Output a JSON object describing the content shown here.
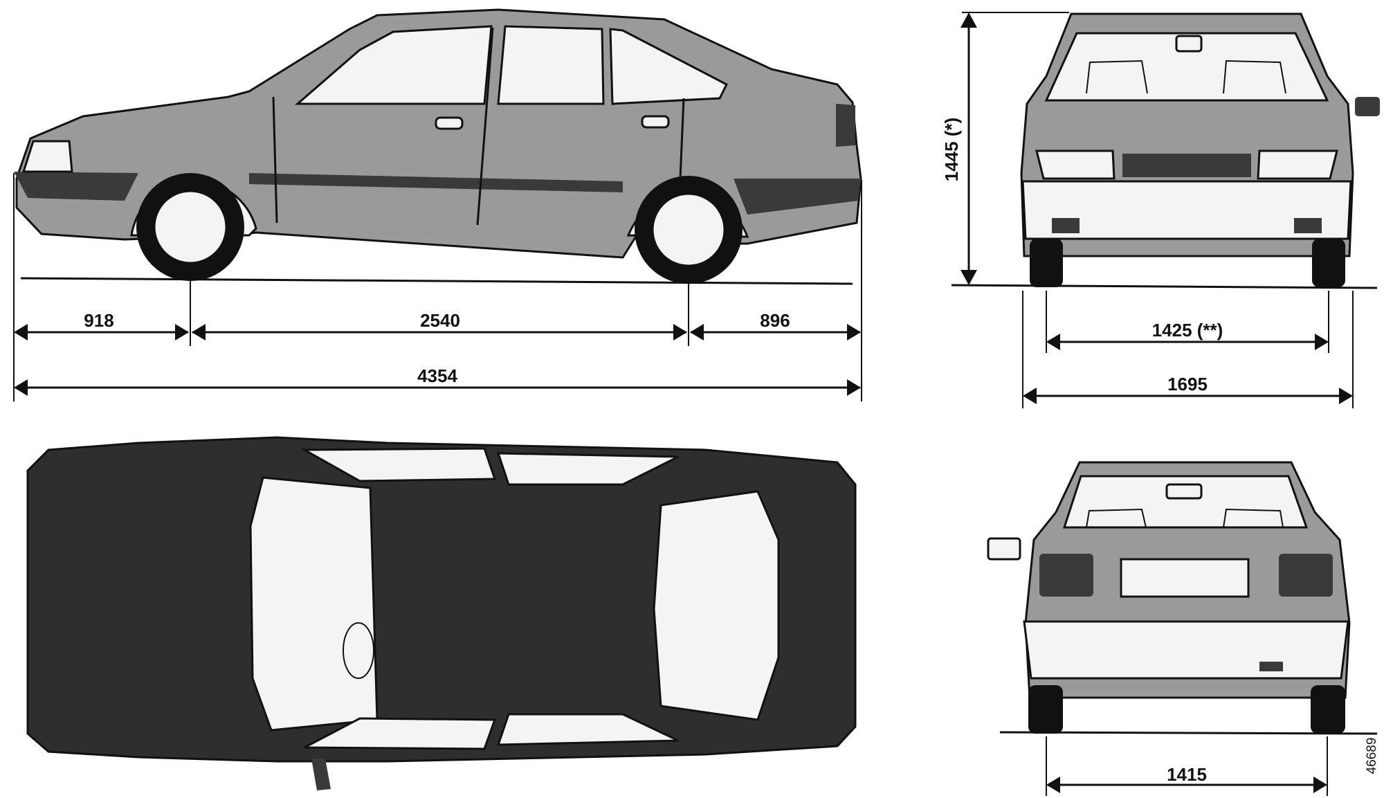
{
  "dimensions": {
    "front_overhang": "918",
    "wheelbase": "2540",
    "rear_overhang": "896",
    "overall_length": "4354",
    "height": "1445 (*)",
    "front_track": "1425 (**)",
    "overall_width": "1695",
    "rear_track": "1415"
  },
  "drawing_ref": "46689",
  "colors": {
    "ink": "#111111",
    "body_tone": "#9a9a9a",
    "roof_tone": "#2e2e2e",
    "glass": "#f4f4f4"
  }
}
